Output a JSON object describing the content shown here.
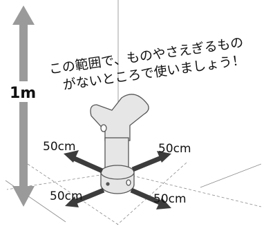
{
  "caption": {
    "line1": "この範囲で、ものやさえぎるもの",
    "line2": "がないところで使いましょう！"
  },
  "height_label": "1m",
  "clearance_labels": {
    "back_left": "50cm",
    "back_right": "50cm",
    "front_left": "50cm",
    "front_right": "50cm"
  },
  "colors": {
    "height_arrow": "#9a9a9a",
    "clearance_arrow": "#3c3c3c",
    "device_fill": "#e6e6e6",
    "device_stroke": "#555555",
    "guide_lines": "#8a8a8a"
  }
}
